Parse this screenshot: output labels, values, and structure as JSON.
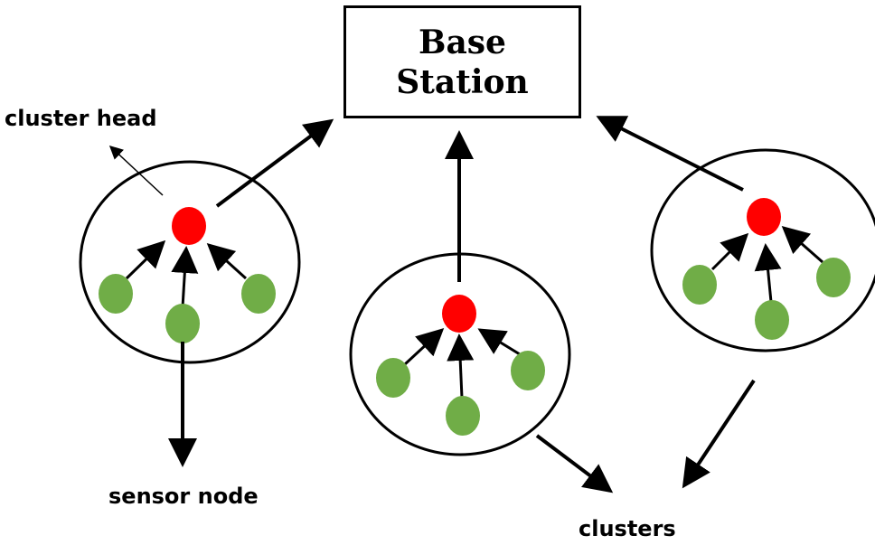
{
  "base_station": {
    "title": "Base\nStation"
  },
  "labels": {
    "cluster_head": "cluster head",
    "sensor_node": "sensor node",
    "clusters": "clusters"
  },
  "colors": {
    "cluster_head_node": "#ff0000",
    "sensor_node": "#70ad47",
    "outline": "#000000",
    "background": "#ffffff"
  },
  "clusters": [
    {
      "id": "left",
      "sensor_nodes": 3,
      "cluster_heads": 1
    },
    {
      "id": "middle",
      "sensor_nodes": 3,
      "cluster_heads": 1
    },
    {
      "id": "right",
      "sensor_nodes": 3,
      "cluster_heads": 1
    }
  ]
}
